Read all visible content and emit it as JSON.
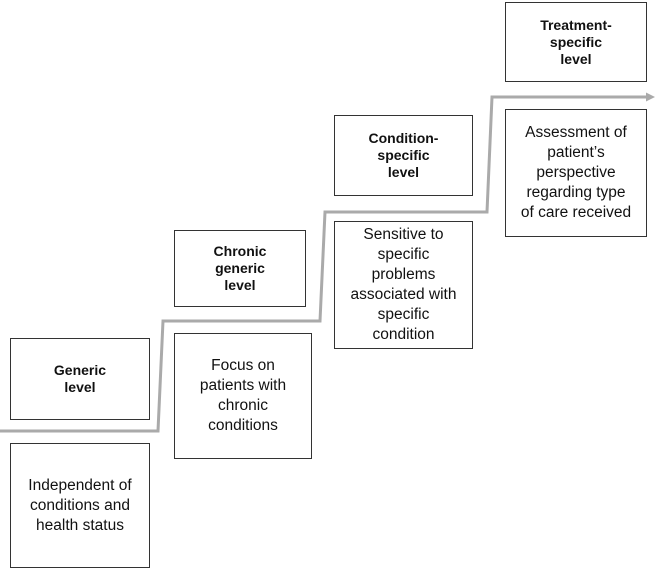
{
  "levels": [
    {
      "title": [
        "Generic",
        "level"
      ],
      "description": [
        "Independent of",
        "conditions and",
        "health status"
      ]
    },
    {
      "title": [
        "Chronic",
        "generic",
        "level"
      ],
      "description": [
        "Focus on",
        "patients with",
        "chronic",
        "conditions"
      ]
    },
    {
      "title": [
        "Condition-",
        "specific",
        "level"
      ],
      "description": [
        "Sensitive to",
        "specific",
        "problems",
        "associated with",
        "specific",
        "condition"
      ]
    },
    {
      "title": [
        "Treatment-",
        "specific",
        "level"
      ],
      "description": [
        "Assessment of",
        "patient’s",
        "perspective",
        "regarding type",
        "of care received"
      ]
    }
  ],
  "colors": {
    "arrow": "#aaaaaa",
    "box_border": "#333333"
  }
}
